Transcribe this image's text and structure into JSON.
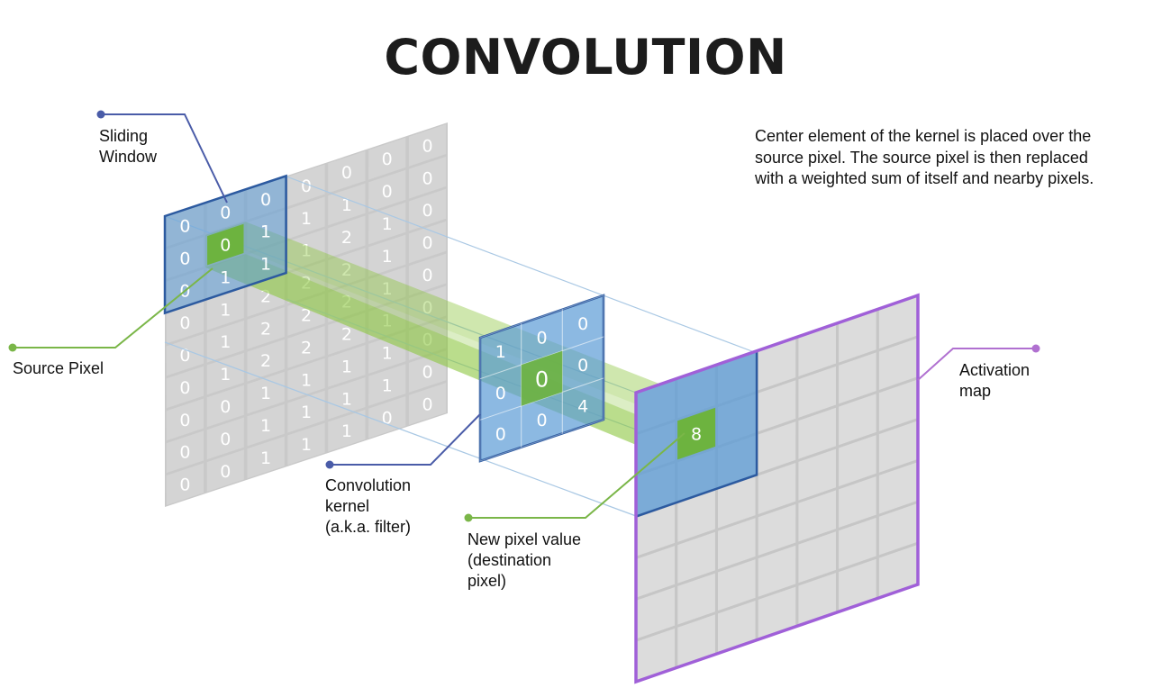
{
  "title": "CONVOLUTION",
  "description": "Center element of the kernel is placed over the source pixel. The source pixel is then replaced with a weighted sum of itself and nearby pixels.",
  "labels": {
    "sliding_window": [
      "Sliding",
      "Window"
    ],
    "source_pixel": [
      "Source Pixel"
    ],
    "convolution_kernel": [
      "Convolution",
      "kernel",
      "(a.k.a. filter)"
    ],
    "new_pixel_value": [
      "New pixel value",
      "(destination",
      "pixel)"
    ],
    "activation_map": [
      "Activation",
      "map"
    ]
  },
  "source_grid": [
    [
      "0",
      "0",
      "0",
      "0",
      "0",
      "0",
      "0"
    ],
    [
      "0",
      "0",
      "1",
      "1",
      "1",
      "0",
      "0"
    ],
    [
      "0",
      "1",
      "1",
      "1",
      "2",
      "1",
      "0"
    ],
    [
      "0",
      "1",
      "2",
      "2",
      "2",
      "1",
      "0"
    ],
    [
      "0",
      "1",
      "2",
      "2",
      "2",
      "1",
      "0"
    ],
    [
      "0",
      "1",
      "2",
      "2",
      "2",
      "1",
      "0"
    ],
    [
      "0",
      "0",
      "1",
      "1",
      "1",
      "1",
      "0"
    ],
    [
      "0",
      "0",
      "1",
      "1",
      "1",
      "1",
      "0"
    ],
    [
      "0",
      "0",
      "1",
      "1",
      "1",
      "0",
      "0"
    ]
  ],
  "kernel": [
    [
      "1",
      "0",
      "0"
    ],
    [
      "0",
      "0",
      "0"
    ],
    [
      "0",
      "0",
      "4"
    ]
  ],
  "destination_value": "8",
  "colors": {
    "window_blue": "#5b9bd5",
    "window_border": "#2c5aa0",
    "source_green": "#6db33f",
    "beam_green": "#8cc63f",
    "activation_border": "#a060d8",
    "grid_gray": "#d4d4d4",
    "label_line_blue": "#4a5ca8",
    "label_line_green": "#7ab648",
    "label_line_purple": "#b070d0"
  }
}
